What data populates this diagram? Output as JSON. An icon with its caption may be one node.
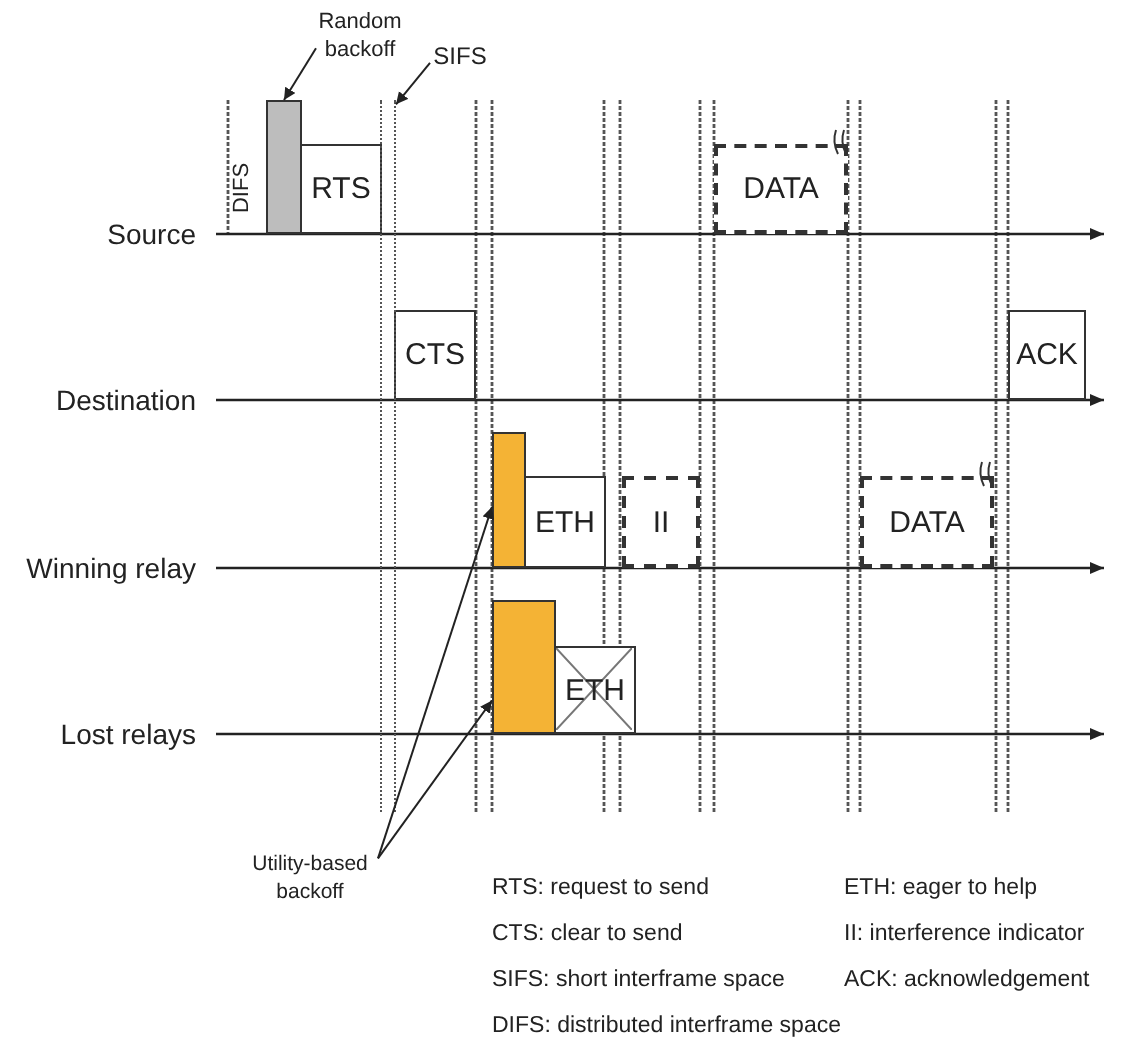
{
  "diagram": {
    "nodes": [
      {
        "text": [
          "Random backoff"
        ]
      },
      {
        "text": [
          "SIFS"
        ]
      },
      {
        "text": [],
        "shape": "bar"
      },
      {
        "text": [
          "RTS"
        ]
      },
      {
        "text": [
          "DATA"
        ]
      },
      {
        "text": [
          "CTS"
        ]
      },
      {
        "text": [
          "ACK"
        ]
      },
      {
        "text": [],
        "shape": "bar"
      },
      {
        "text": [
          "ETH"
        ]
      },
      {
        "text": [
          "II"
        ]
      },
      {
        "text": [
          "DATA"
        ]
      },
      {
        "text": [],
        "shape": "bar"
      },
      {
        "text": [
          "ETH"
        ]
      },
      {
        "text": [
          "Utility-based backoff"
        ]
      },
      {
        "text": [],
        "shape": "box"
      }
    ],
    "edges": [
      {
        "from": 0,
        "to": 2,
        "arrow": "to"
      },
      {
        "from": 1,
        "to": 14,
        "arrow": "to"
      },
      {
        "from": 13,
        "to": 7,
        "arrow": "to"
      },
      {
        "from": 13,
        "to": 11,
        "arrow": "to"
      }
    ],
    "labels": [
      "DIFS",
      "Source",
      "Destination",
      "Winning relay",
      "Lost relays",
      "RTS: request to send",
      "ETH: eager to help",
      "CTS: clear to send",
      "II: interference indicator",
      "SIFS: short interframe space",
      "ACK: acknowledgement",
      "DIFS: distributed interframe space"
    ]
  }
}
